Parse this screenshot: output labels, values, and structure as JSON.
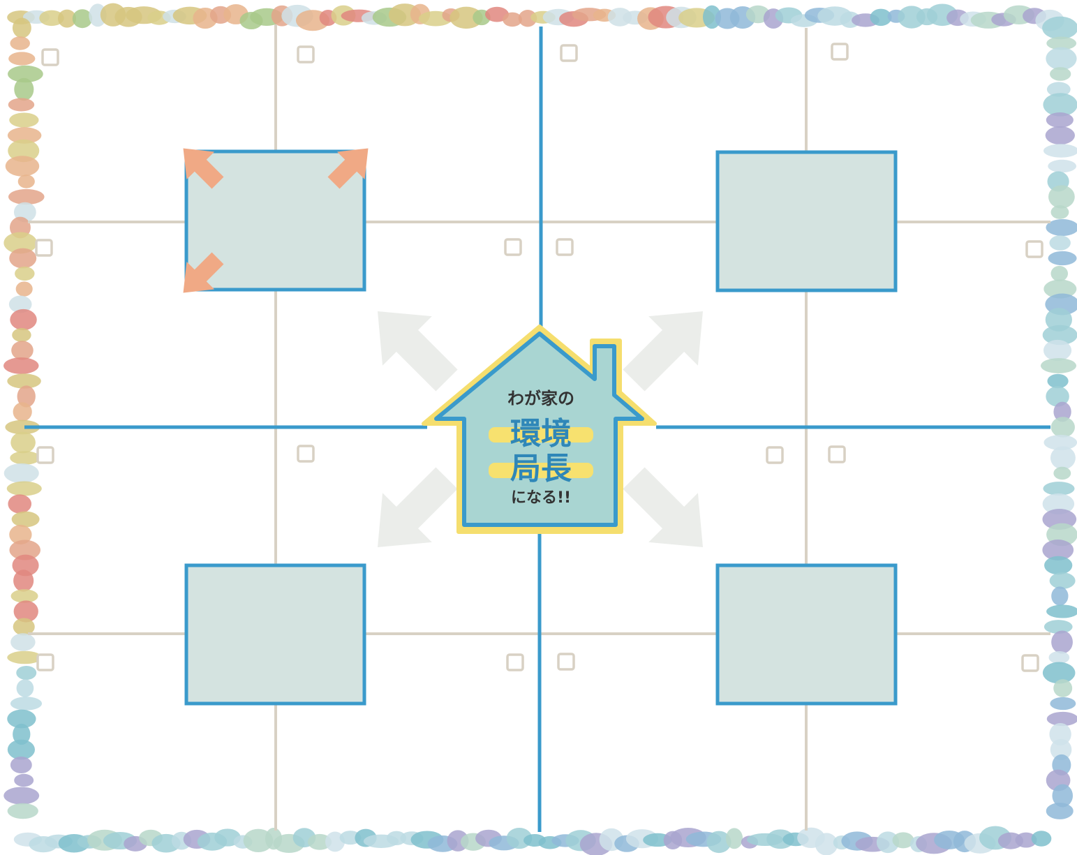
{
  "center": {
    "line1": "わが家の",
    "line2": "環境",
    "line3": "局長",
    "line4": "になる!!"
  },
  "colors": {
    "grid_line": "#d8d1c4",
    "axis_line": "#3a9acb",
    "box_fill": "#d4e3e0",
    "box_border": "#3a9acb",
    "house_fill": "#a9d5d2",
    "house_outline": "#f5de6e",
    "arrow_gray": "#ebedea",
    "arrow_orange": "#f0a985",
    "title_text": "#333333",
    "title_blue": "#2f87b8",
    "highlight_yellow": "#f7e16f"
  },
  "decorations": {
    "top_border": "pebble-border-warm",
    "bottom_border": "pebble-border-cool"
  }
}
